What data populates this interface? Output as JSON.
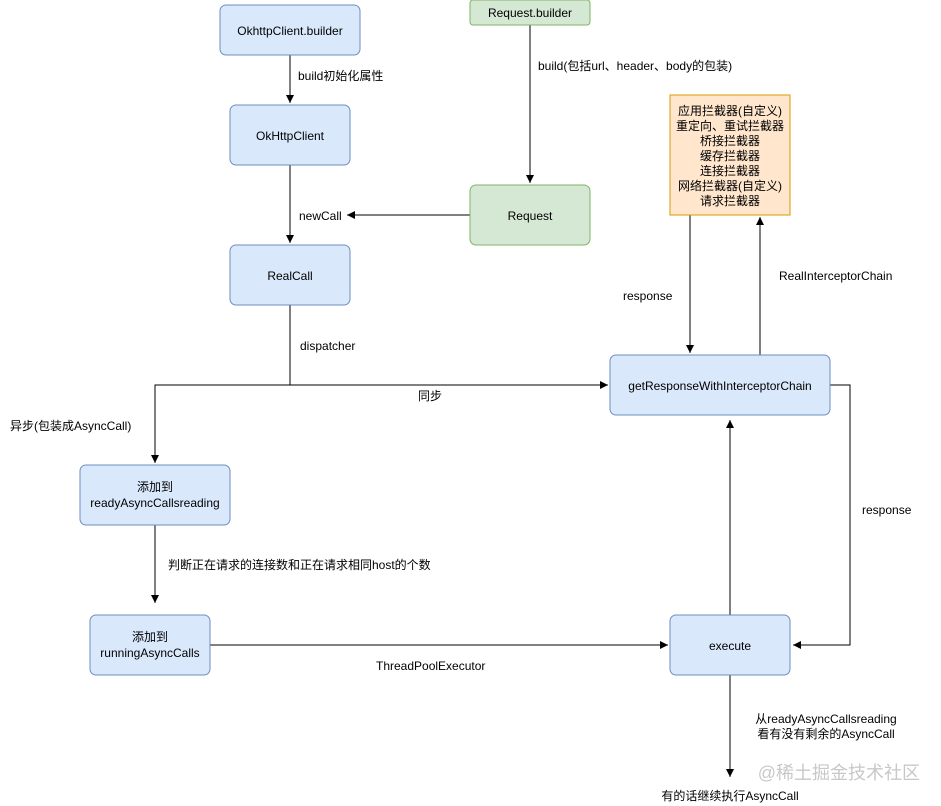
{
  "colors": {
    "blue_fill": "#dae8fc",
    "blue_stroke": "#6c8ebf",
    "green_fill": "#d5e8d4",
    "green_stroke": "#82b366",
    "orange_fill": "#ffe6cc",
    "orange_stroke": "#d79b00",
    "edge": "#000000",
    "text": "#000000",
    "watermark": "#c8c8c8"
  },
  "nodes": {
    "okhttp_builder": "OkhttpClient.builder",
    "okhttp_client": "OkHttpClient",
    "realcall": "RealCall",
    "request_builder": "Request.builder",
    "request": "Request",
    "interceptors": [
      "应用拦截器(自定义)",
      "重定向、重试拦截器",
      "桥接拦截器",
      "缓存拦截器",
      "连接拦截器",
      "网络拦截器(自定义)",
      "请求拦截器"
    ],
    "get_response": "getResponseWithInterceptorChain",
    "ready_calls": [
      "添加到",
      "readyAsyncCallsreading"
    ],
    "running_calls": [
      "添加到",
      "runningAsyncCalls"
    ],
    "execute": "execute"
  },
  "edge_labels": {
    "build_init": "build初始化属性",
    "build_request": "build(包括url、header、body的包装)",
    "newcall": "newCall",
    "dispatcher": "dispatcher",
    "sync": "同步",
    "async": "异步(包装成AsyncCall)",
    "judge": "判断正在请求的连接数和正在请求相同host的个数",
    "threadpool": "ThreadPoolExecutor",
    "response_left": "response",
    "chain": "RealInterceptorChain",
    "response_right": "response",
    "from_ready": [
      "从readyAsyncCallsreading",
      "看有没有剩余的AsyncCall"
    ],
    "continue": "有的话继续执行AsyncCall"
  },
  "watermark": "@稀土掘金技术社区"
}
